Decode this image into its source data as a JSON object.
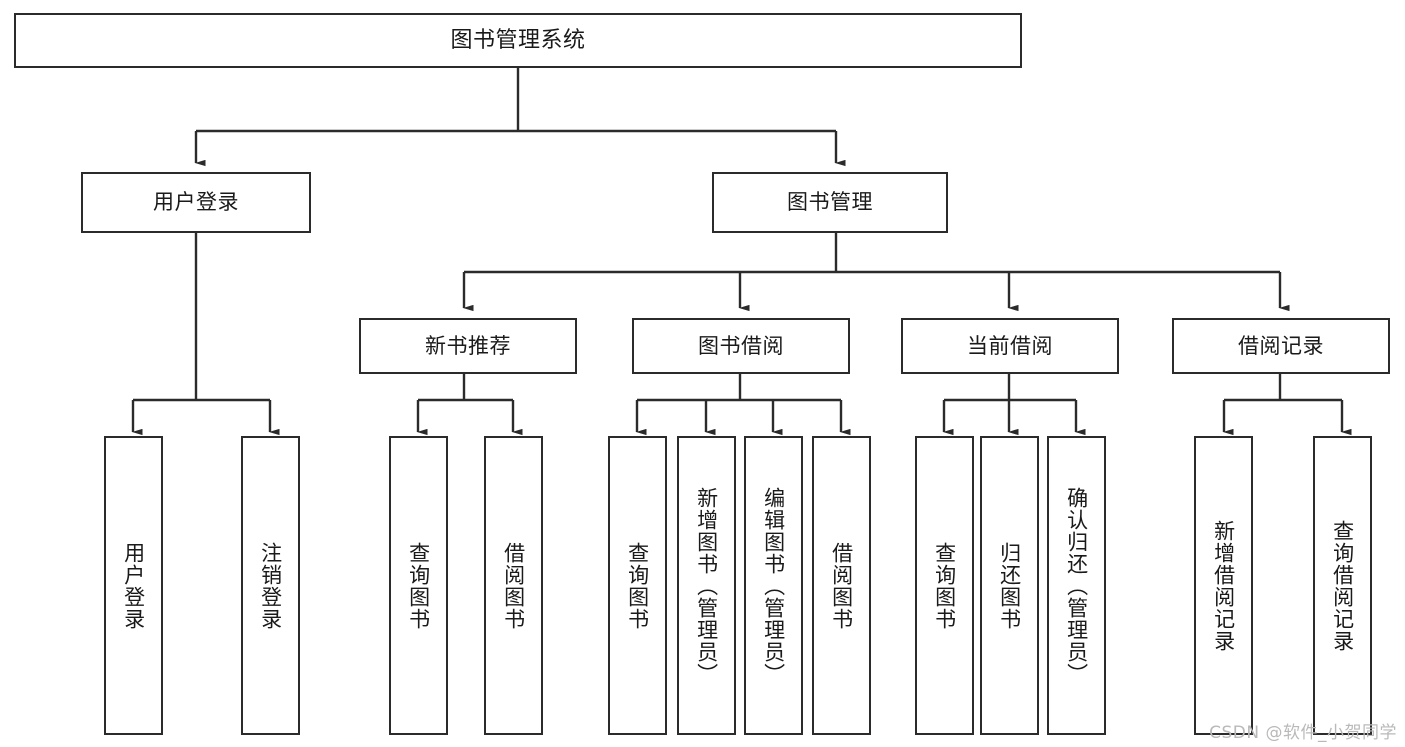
{
  "diagram": {
    "title": "图书管理系统",
    "type": "hierarchy-tree",
    "watermark": "CSDN @软件_小贺同学",
    "colors": {
      "border": "#2b2b2b",
      "background": "#ffffff",
      "text": "#1a1a1a",
      "watermark": "#b9b9b9"
    },
    "root": {
      "label": "图书管理系统"
    },
    "level2": [
      {
        "id": "user-login",
        "label": "用户登录"
      },
      {
        "id": "book-management",
        "label": "图书管理"
      }
    ],
    "level3": [
      {
        "id": "new-book-recommend",
        "label": "新书推荐",
        "parent": "book-management"
      },
      {
        "id": "book-borrow",
        "label": "图书借阅",
        "parent": "book-management"
      },
      {
        "id": "current-borrow",
        "label": "当前借阅",
        "parent": "book-management"
      },
      {
        "id": "borrow-record",
        "label": "借阅记录",
        "parent": "book-management"
      }
    ],
    "leaves": {
      "user_login": [
        {
          "id": "leaf-user-login",
          "label": "用户登录"
        },
        {
          "id": "leaf-logout",
          "label": "注销登录"
        }
      ],
      "new_book_recommend": [
        {
          "id": "leaf-query-book-1",
          "label": "查询图书"
        },
        {
          "id": "leaf-borrow-book-1",
          "label": "借阅图书"
        }
      ],
      "book_borrow": [
        {
          "id": "leaf-query-book-2",
          "label": "查询图书"
        },
        {
          "id": "leaf-add-book",
          "label": "新增图书（管理员）"
        },
        {
          "id": "leaf-edit-book",
          "label": "编辑图书（管理员）"
        },
        {
          "id": "leaf-borrow-book-2",
          "label": "借阅图书"
        }
      ],
      "current_borrow": [
        {
          "id": "leaf-query-book-3",
          "label": "查询图书"
        },
        {
          "id": "leaf-return-book",
          "label": "归还图书"
        },
        {
          "id": "leaf-confirm-return",
          "label": "确认归还（管理员）"
        }
      ],
      "borrow_record": [
        {
          "id": "leaf-add-record",
          "label": "新增借阅记录"
        },
        {
          "id": "leaf-query-record",
          "label": "查询借阅记录"
        }
      ]
    }
  }
}
